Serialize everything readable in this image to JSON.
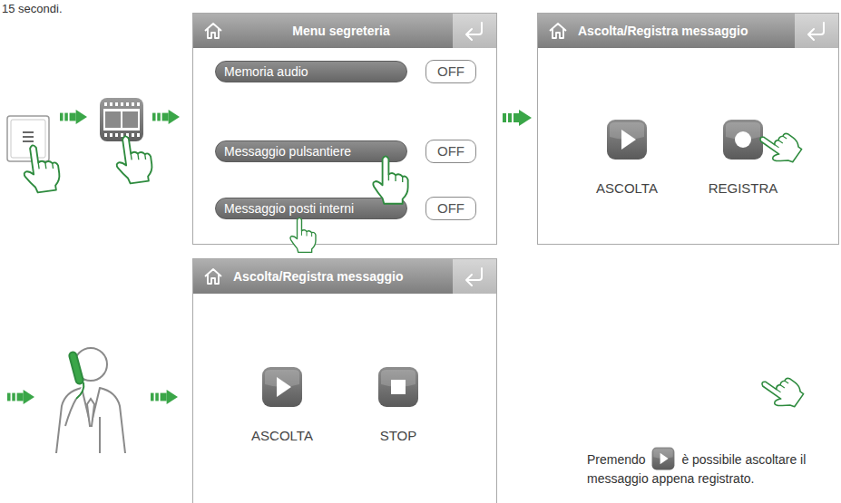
{
  "diagram": {
    "nodes": [
      {
        "text": [
          "Menu segreteria"
        ]
      },
      {
        "text": [
          "Memoria audio"
        ],
        "in": 0
      },
      {
        "text": [
          "OFF"
        ],
        "in": 0
      },
      {
        "text": [
          "Messaggio pulsantiere"
        ],
        "in": 0
      },
      {
        "text": [
          "OFF"
        ],
        "in": 0
      },
      {
        "text": [
          "Messaggio posti interni"
        ],
        "in": 0
      },
      {
        "text": [
          "OFF"
        ],
        "in": 0
      },
      {
        "text": [
          "Ascolta/Registra messaggio"
        ]
      },
      {
        "text": [
          "ASCOLTA"
        ],
        "in": 7
      },
      {
        "text": [
          "REGISTRA"
        ],
        "in": 7
      },
      {
        "text": [
          "Ascolta/Registra messaggio"
        ]
      },
      {
        "text": [
          "ASCOLTA"
        ],
        "in": 10
      },
      {
        "text": [
          "STOP"
        ],
        "in": 10
      }
    ],
    "edges": [
      {
        "from": 0,
        "to": 7,
        "arrow": "to"
      }
    ],
    "labels": [
      "15 secondi.",
      "Premendo",
      "è possibile ascoltare il messaggio appena registrato."
    ]
  }
}
